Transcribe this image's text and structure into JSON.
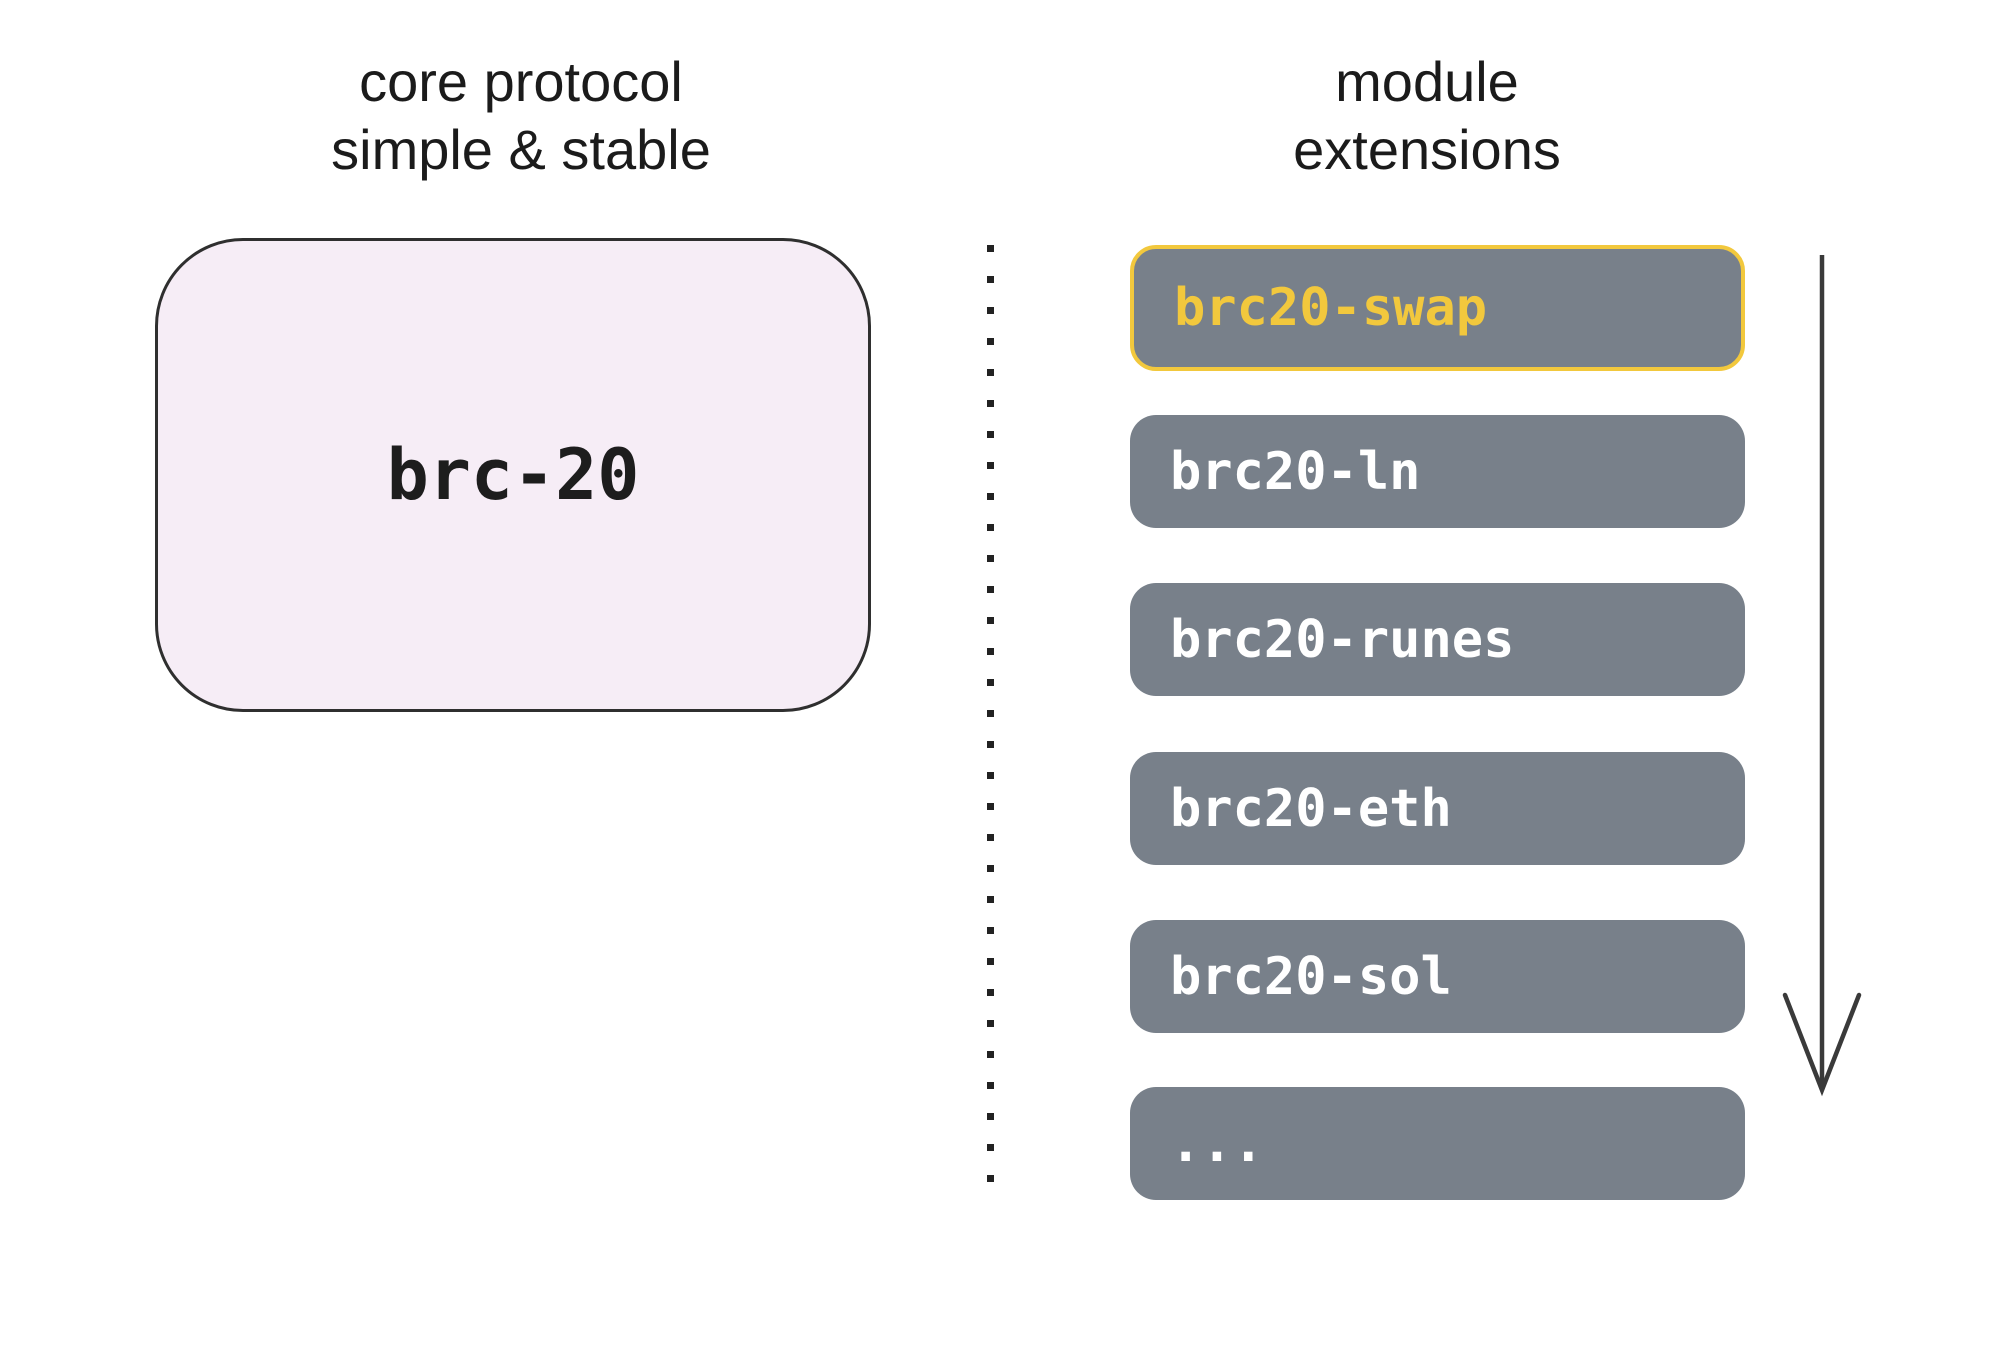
{
  "left_panel": {
    "heading_line1": "core protocol",
    "heading_line2": "simple & stable",
    "core_box_label": "brc-20"
  },
  "right_panel": {
    "heading_line1": "module",
    "heading_line2": "extensions",
    "modules": [
      {
        "label": "brc20-swap",
        "highlighted": true
      },
      {
        "label": "brc20-ln",
        "highlighted": false
      },
      {
        "label": "brc20-runes",
        "highlighted": false
      },
      {
        "label": "brc20-eth",
        "highlighted": false
      },
      {
        "label": "brc20-sol",
        "highlighted": false
      },
      {
        "label": "...",
        "highlighted": false
      }
    ]
  },
  "colors": {
    "canvas_bg": "#ffffff",
    "core_fill": "#f6edf6",
    "core_border": "#2f2f2f",
    "module_fill": "#78808a",
    "module_text": "#ffffff",
    "highlight": "#f2c83d",
    "heading_text": "#1b1b1b",
    "divider": "#222222",
    "arrow": "#3a3a3a"
  }
}
